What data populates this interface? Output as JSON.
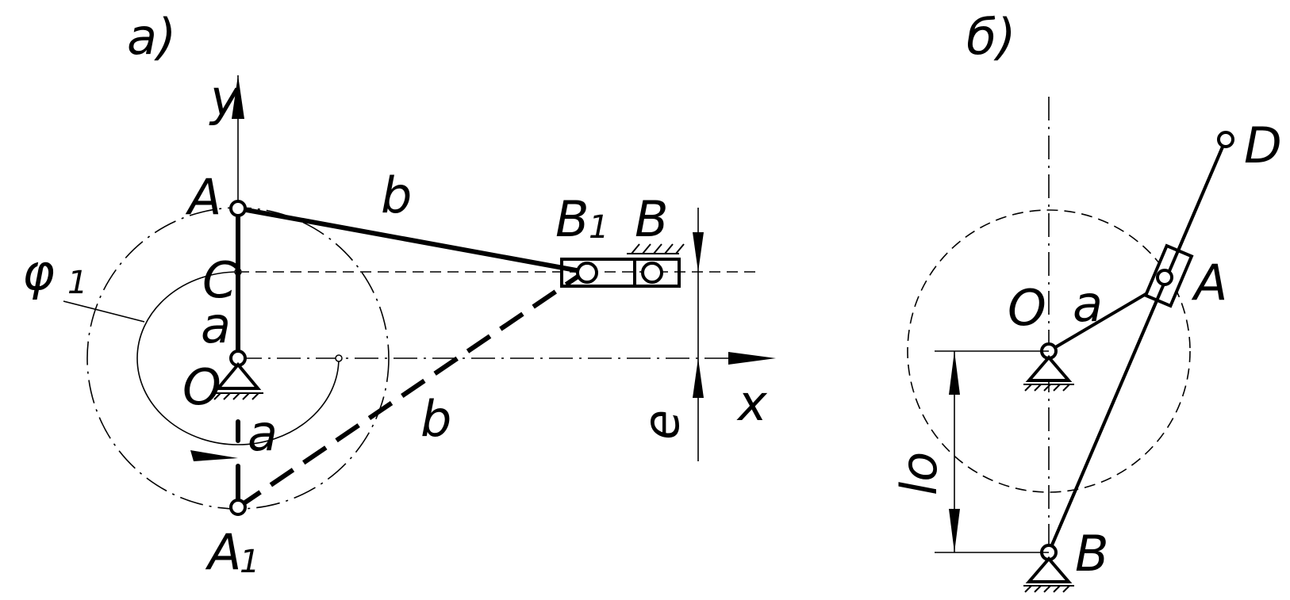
{
  "panel_a": {
    "tag": "а)",
    "labels": {
      "y_axis": "y",
      "x_axis": "x",
      "A": "A",
      "A1_main": "A",
      "A1_sub": "1",
      "B": "B",
      "B1_main": "B",
      "B1_sub": "1",
      "C": "C",
      "O": "O",
      "a_upper": "a",
      "a_lower": "a",
      "b_upper": "b",
      "b_lower": "b",
      "e": "e",
      "phi_main": "φ",
      "phi_sub": "1"
    }
  },
  "panel_b": {
    "tag": "б)",
    "labels": {
      "O": "O",
      "a": "a",
      "A": "A",
      "B": "B",
      "D": "D",
      "l0": "lo"
    }
  }
}
